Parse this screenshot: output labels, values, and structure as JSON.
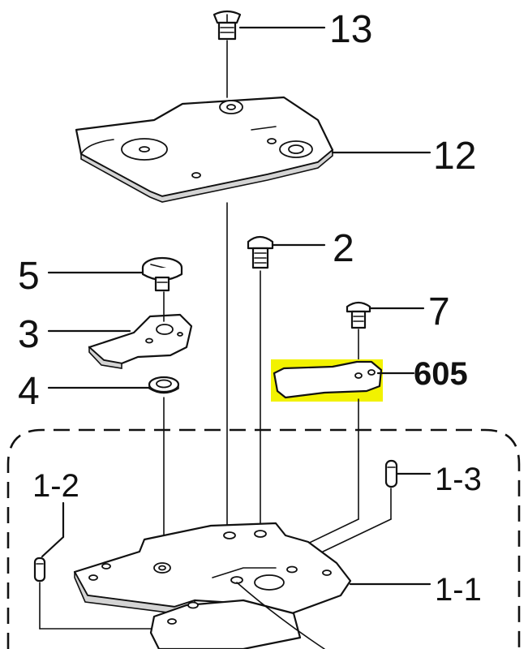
{
  "labels": {
    "p13": "13",
    "p12": "12",
    "p2": "2",
    "p5": "5",
    "p3": "3",
    "p7": "7",
    "p605": "605",
    "p4": "4",
    "p1_2": "1-2",
    "p1_3": "1-3",
    "p1_1": "1-1"
  },
  "colors": {
    "highlight": "#f2f200",
    "line": "#111111",
    "shade": "#d4d4d4"
  }
}
